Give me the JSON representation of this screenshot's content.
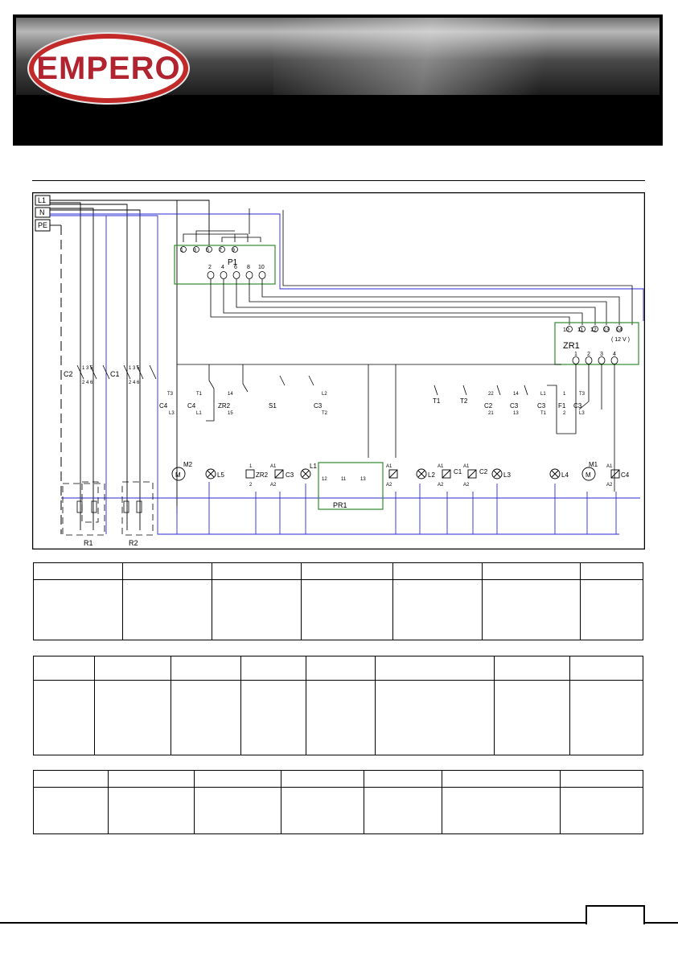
{
  "header": {
    "brand": "EMPERO",
    "colors": {
      "brand_red": "#c22a2a",
      "band": "#000000"
    }
  },
  "diagram": {
    "supply": [
      "L1",
      "N",
      "PE"
    ],
    "controller": {
      "name": "P1",
      "top_pins": [
        "1",
        "3",
        "5",
        "7",
        "9"
      ],
      "bottom_pins": [
        "2",
        "4",
        "6",
        "8",
        "10"
      ]
    },
    "relay": {
      "name": "ZR1",
      "top_pins": [
        "10",
        "11",
        "12",
        "13",
        "14"
      ],
      "bottom_pins": [
        "1",
        "2",
        "3",
        "4"
      ],
      "voltage": "( 12 V )"
    },
    "heater_contactors": {
      "c2": "C2",
      "c1": "C1",
      "pins_top": "1 3 5",
      "pins_bottom": "2 4 6"
    },
    "heaters": [
      "R1",
      "R2"
    ],
    "timer": "PR1",
    "timer_pins": [
      "12",
      "11",
      "13"
    ],
    "contacts": {
      "t3": "T3",
      "c4": "C4",
      "l3": "L3",
      "t1": "T1",
      "l1": "L1",
      "c4b": "C4",
      "n14": "14",
      "zr2": "ZR2",
      "n15": "15",
      "s1": "S1",
      "l2": "L2",
      "c3": "C3",
      "t2": "T2",
      "t1b": "T1",
      "t2b": "T2",
      "n22": "22",
      "c2": "C2",
      "n21": "21",
      "n14b": "14",
      "c3b": "C3",
      "n13": "13",
      "l1b": "L1",
      "c3c": "C3",
      "t1c": "T1",
      "n1": "1",
      "f1": "F1",
      "n2": "2",
      "t3b": "T3",
      "c3d": "C3",
      "l3b": "L3"
    },
    "loads": {
      "m2": "M2",
      "l5": "L5",
      "zr2_1": "1",
      "zr2": "ZR2",
      "zr2_2": "2",
      "a1": "A1",
      "c3": "C3",
      "a2": "A2",
      "l1": "L1",
      "a1b": "A1",
      "a2b": "A2",
      "l2": "L2",
      "a1c": "A1",
      "c1": "C1",
      "a2c": "A2",
      "a1d": "A1",
      "c2": "C2",
      "a2d": "A2",
      "l3": "L3",
      "l4": "L4",
      "m1": "M1",
      "a1e": "A1",
      "c4": "C4",
      "a2e": "A2",
      "motor_symbol": "M"
    },
    "wire_colors": {
      "line": "#000000",
      "neutral": "#2a2ad0",
      "pe": "#000000",
      "controller_box": "#2e8b2e"
    }
  },
  "legend": {
    "table1_cols": 7,
    "table2_cols": 8,
    "table3_cols": 7
  },
  "footer": {
    "page_number": ""
  }
}
